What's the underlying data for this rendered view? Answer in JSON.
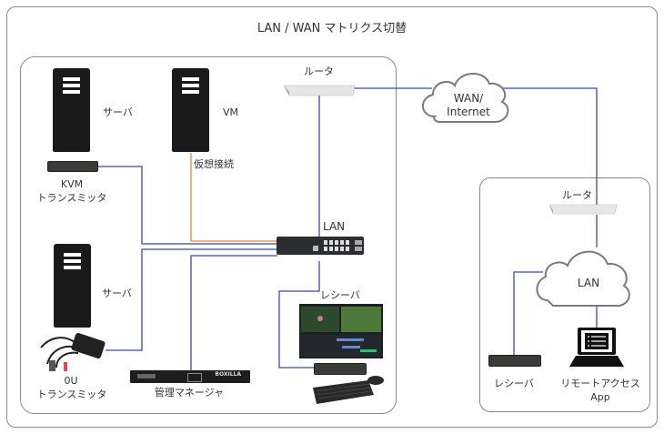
{
  "title": "LAN / WAN マトリクス切替",
  "left_site": {
    "server1": {
      "label": "サーバ"
    },
    "kvm_transmitter": {
      "label_line1": "KVM",
      "label_line2": "トランスミッタ"
    },
    "vm": {
      "label": "VM",
      "connection_label": "仮想接続"
    },
    "router": {
      "label": "ルータ"
    },
    "switch": {
      "label": "LAN"
    },
    "server2": {
      "label": "サーバ"
    },
    "zero_u_transmitter": {
      "label_line1": "0U",
      "label_line2": "トランスミッタ"
    },
    "management": {
      "label": "管理マネージャ",
      "brand": "BOXILLA"
    },
    "receiver": {
      "label": "レシーバ"
    }
  },
  "cloud_wan": {
    "label_line1": "WAN/",
    "label_line2": "Internet"
  },
  "right_site": {
    "router": {
      "label": "ルータ"
    },
    "cloud_lan": {
      "label": "LAN"
    },
    "receiver": {
      "label": "レシーバ"
    },
    "remote_app": {
      "label_line1": "リモートアクセス",
      "label_line2": "App"
    }
  },
  "colors": {
    "network_line": "#3b4ba0",
    "virtual_line": "#f0803c",
    "frame": "#8a8a8a"
  }
}
